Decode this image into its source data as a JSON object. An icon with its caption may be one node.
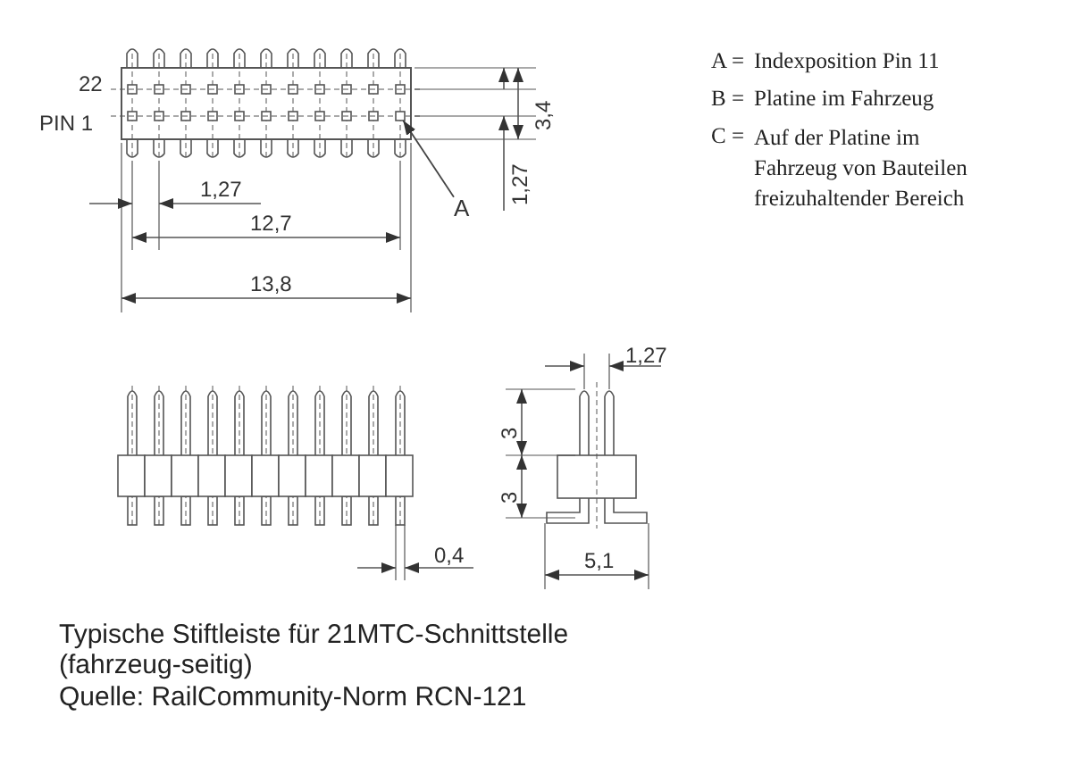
{
  "diagram": {
    "caption": "Typische Stiftleiste für 21MTC-Schnittstelle (fahrzeug-seitig)",
    "nodes": [
      {
        "text": [
          "A"
        ]
      },
      {
        "text": [],
        "shape": "box"
      }
    ],
    "edges": [
      {
        "from": 0,
        "to": 1,
        "arrow": "to"
      }
    ],
    "labels": [
      "22",
      "PIN 1",
      "3,4",
      "A =",
      "Indexposition Pin 11",
      "B =",
      "Platine im Fahrzeug",
      "C =",
      "Auf der Platine im Fahrzeug von Bauteilen freizuhaltender Bereich",
      "1,27",
      "1,27",
      "12,7",
      "13,8",
      "1,27",
      "3",
      "3",
      "0,4",
      "5,1",
      "Quelle: RailCommunity-Norm RCN-121"
    ]
  }
}
